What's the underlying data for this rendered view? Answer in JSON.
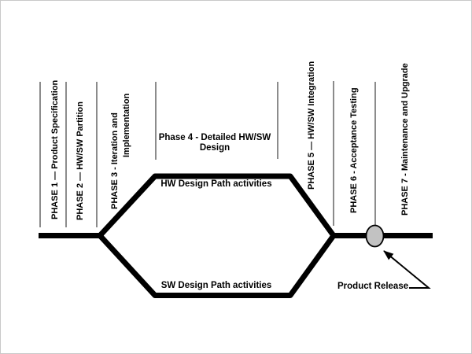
{
  "diagram": {
    "description": "HW/SW co-design lifecycle flow diagram",
    "phases": [
      {
        "id": "phase-1",
        "label": "PHASE 1 — Product Specification"
      },
      {
        "id": "phase-2",
        "label": "PHASE 2 — HW/SW Partition"
      },
      {
        "id": "phase-3",
        "lines": [
          "PHASE 3 - Iteration and",
          "Implementation"
        ]
      },
      {
        "id": "phase-4",
        "lines": [
          "Phase 4 - Detailed HW/SW",
          "Design"
        ]
      },
      {
        "id": "phase-5",
        "label": "PHASE 5 — HW/SW Integration"
      },
      {
        "id": "phase-6",
        "label": "PHASE 6 - Acceptance Testing"
      },
      {
        "id": "phase-7",
        "label": "PHASE 7 - Maintenance and Upgrade"
      }
    ],
    "paths": {
      "hw_label": "HW Design Path activities",
      "sw_label": "SW Design Path activities"
    },
    "annotations": {
      "product_release": "Product Release"
    },
    "colors": {
      "flow_line": "#000000",
      "separator_line": "#5a5a5a",
      "release_marker_fill": "#c2c2c2",
      "release_marker_stroke": "#000000",
      "text": "#000000",
      "background": "#ffffff"
    }
  }
}
